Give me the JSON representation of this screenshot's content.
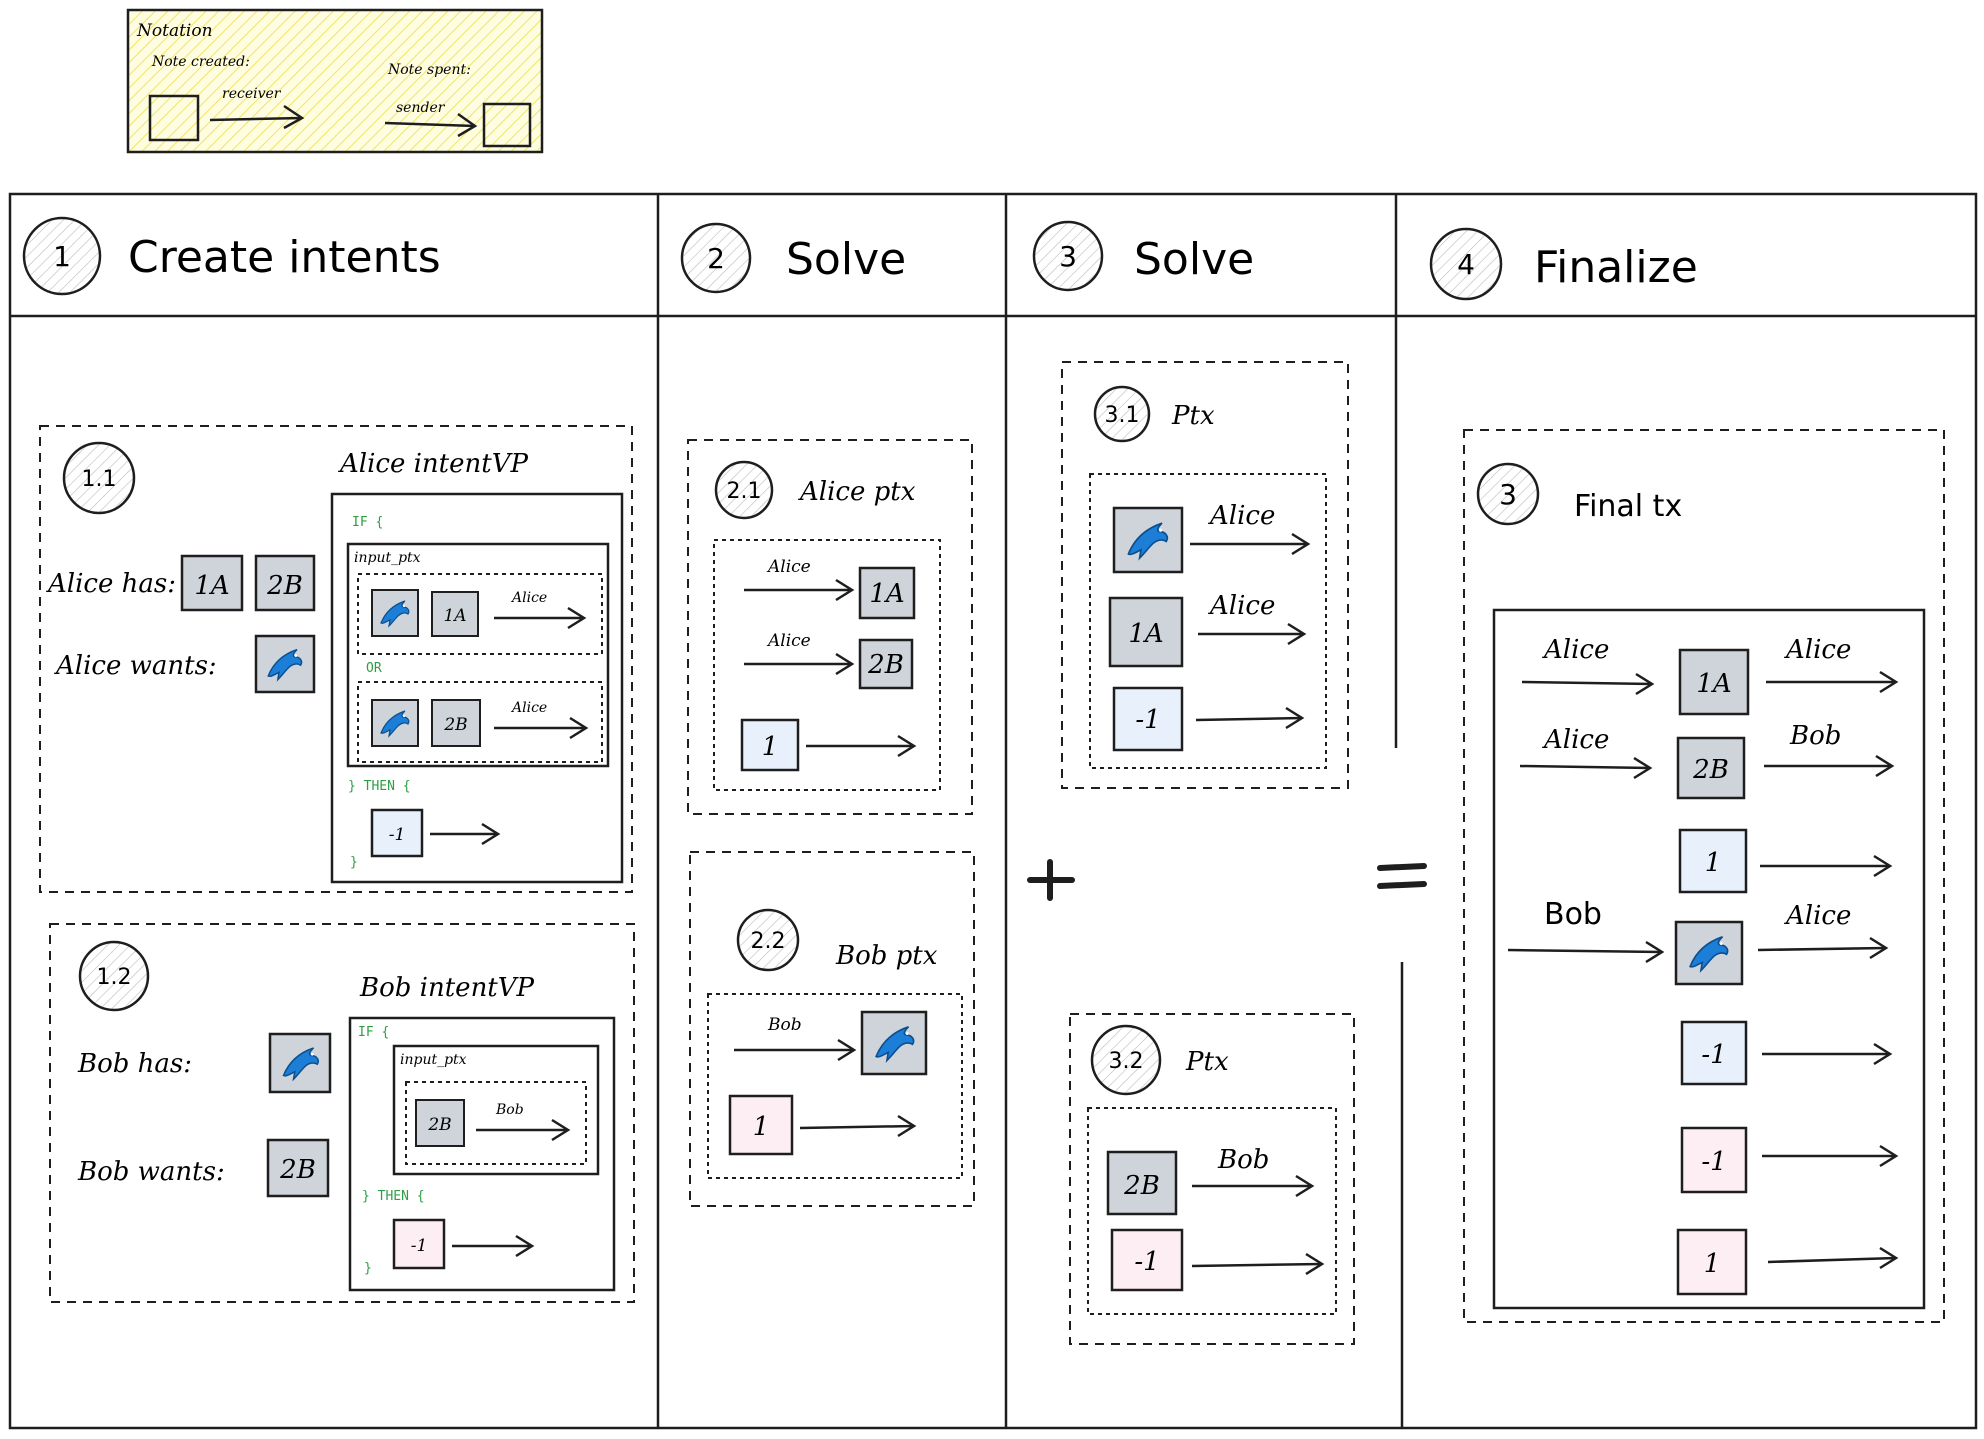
{
  "notation": {
    "title": "Notation",
    "note_created": "Note created:",
    "receiver": "receiver",
    "note_spent": "Note spent:",
    "sender": "sender"
  },
  "columns": [
    {
      "num": "1",
      "title": "Create intents"
    },
    {
      "num": "2",
      "title": "Solve"
    },
    {
      "num": "3",
      "title": "Solve"
    },
    {
      "num": "4",
      "title": "Finalize"
    }
  ],
  "step_1_1": {
    "badge": "1.1",
    "alice_has": "Alice has:",
    "alice_wants": "Alice wants:",
    "has_notes": [
      "1A",
      "2B"
    ],
    "vp_title": "Alice intentVP",
    "if_kw": "IF {",
    "input_ptx": "input_ptx",
    "or_kw": "OR",
    "then_kw": "} THEN {",
    "close_kw": "}",
    "opt1_note": "1A",
    "opt1_label": "Alice",
    "opt2_note": "2B",
    "opt2_label": "Alice",
    "then_note": "-1"
  },
  "step_1_2": {
    "badge": "1.2",
    "bob_has": "Bob has:",
    "bob_wants": "Bob wants:",
    "wants_note": "2B",
    "vp_title": "Bob intentVP",
    "if_kw": "IF {",
    "input_ptx": "input_ptx",
    "then_kw": "} THEN {",
    "close_kw": "}",
    "opt_note": "2B",
    "opt_label": "Bob",
    "then_note": "-1"
  },
  "step_2_1": {
    "badge": "2.1",
    "title": "Alice ptx",
    "rows": [
      {
        "label": "Alice",
        "note": "1A"
      },
      {
        "label": "Alice",
        "note": "2B"
      }
    ],
    "created_note": "1"
  },
  "step_2_2": {
    "badge": "2.2",
    "title": "Bob ptx",
    "label": "Bob",
    "created_note": "1"
  },
  "step_3_1": {
    "badge": "3.1",
    "title": "Ptx",
    "rows": [
      {
        "note": "",
        "label": "Alice"
      },
      {
        "note": "1A",
        "label": "Alice"
      },
      {
        "note": "-1",
        "label": ""
      }
    ]
  },
  "step_3_2": {
    "badge": "3.2",
    "title": "Ptx",
    "rows": [
      {
        "note": "2B",
        "label": "Bob"
      },
      {
        "note": "-1",
        "label": ""
      }
    ]
  },
  "operators": {
    "plus": "+",
    "equals": "="
  },
  "final": {
    "badge": "3",
    "title": "Final tx",
    "rows": [
      {
        "in_label": "Alice",
        "note": "1A",
        "out_label": "Alice"
      },
      {
        "in_label": "Alice",
        "note": "2B",
        "out_label": "Bob"
      },
      {
        "in_label": "",
        "note": "1",
        "out_label": ""
      },
      {
        "in_label": "Bob",
        "note": "",
        "out_label": "Alice"
      },
      {
        "in_label": "",
        "note": "-1",
        "out_label": ""
      },
      {
        "in_label": "",
        "note": "-1",
        "out_label": ""
      },
      {
        "in_label": "",
        "note": "1",
        "out_label": ""
      }
    ]
  },
  "colors": {
    "stroke": "#1e1e1e",
    "note_gray": "#ced4da",
    "note_blue": "#e7f0fb",
    "note_pink": "#fdeef4",
    "legend_fill": "#fff9c4",
    "code_green": "#2f9e44",
    "dolphin": "#1c7ed6"
  }
}
